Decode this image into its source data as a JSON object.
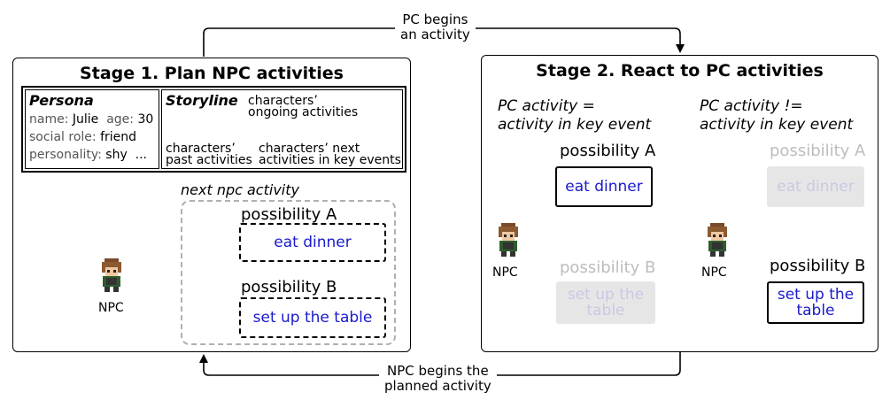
{
  "flows": {
    "top": "PC begins\nan activity",
    "bottom": "NPC begins the\nplanned activity"
  },
  "stage1": {
    "title": "Stage 1. Plan NPC activities",
    "persona": {
      "heading": "Persona",
      "name_key": "name:",
      "name_val": "Julie",
      "age_key": "age:",
      "age_val": "30",
      "role_key": "social role:",
      "role_val": "friend",
      "pers_key": "personality:",
      "pers_val": "shy",
      "ellipsis": "..."
    },
    "storyline": {
      "heading": "Storyline",
      "ongoing": "characters’\nongoing activities",
      "past": "characters’\npast activities",
      "next": "characters’ next\nactivities in key events"
    },
    "next_label": "next npc activity",
    "possibility_a": "possibility A",
    "activity_a": "eat dinner",
    "possibility_b": "possibility B",
    "activity_b": "set up the table",
    "npc": "NPC"
  },
  "stage2": {
    "title": "Stage 2. React to PC activities",
    "left_condition": "PC activity =\nactivity in key event",
    "right_condition": "PC activity !=\nactivity in key event",
    "left": {
      "possibility_a": "possibility A",
      "activity_a": "eat dinner",
      "possibility_b": "possibility B",
      "activity_b": "set up the\ntable",
      "npc": "NPC"
    },
    "right": {
      "possibility_a": "possibility A",
      "activity_a": "eat dinner",
      "possibility_b": "possibility B",
      "activity_b": "set up the\ntable",
      "npc": "NPC"
    }
  },
  "icons": [
    "npc-sprite-icon",
    "arrow-icon"
  ]
}
